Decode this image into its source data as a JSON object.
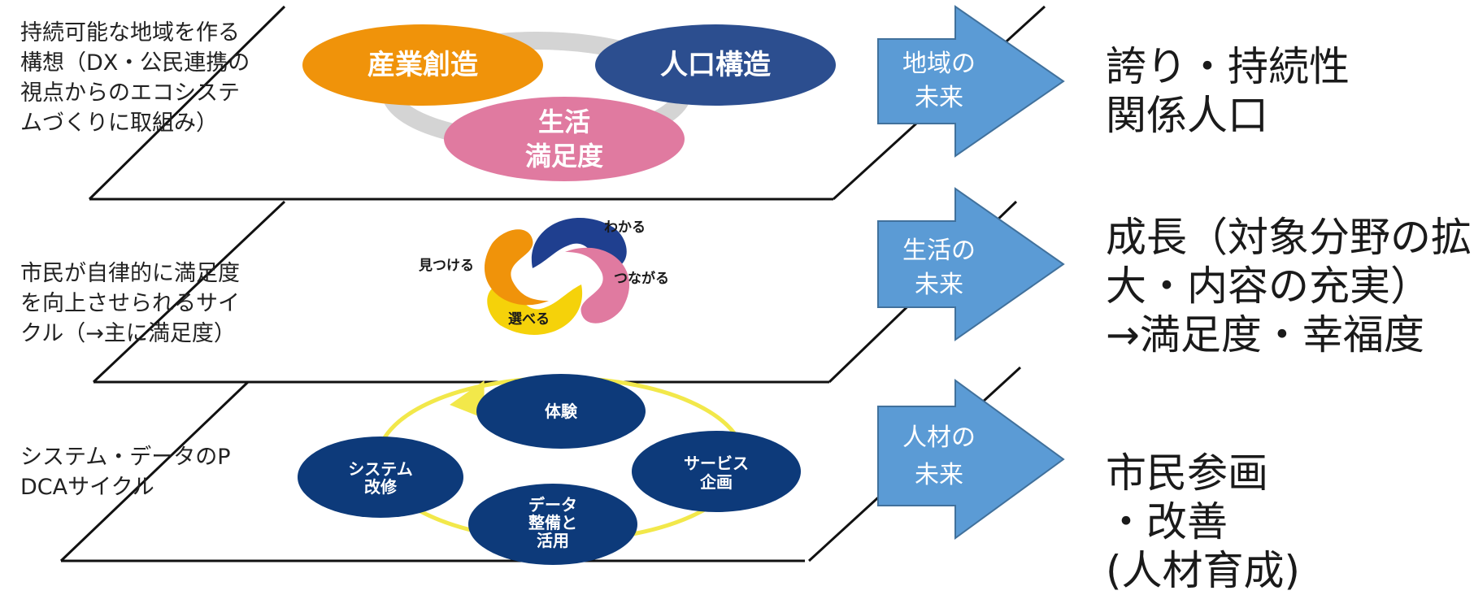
{
  "layers": [
    {
      "left_caption": "持続可能な地域を作る構想（DX・公民連携の視点からのエコシステムづくりに取組み）",
      "arrow_label_line1": "地域の",
      "arrow_label_line2": "未来",
      "right_text": "誇り・持続性\n関係人口",
      "circles": [
        {
          "label": "産業創造",
          "color": "#f0930a"
        },
        {
          "label": "人口構造",
          "color": "#2c4e8f"
        },
        {
          "label_line1": "生活",
          "label_line2": "満足度",
          "color": "#e07aa0"
        }
      ]
    },
    {
      "left_caption": "市民が自律的に満足度を向上させられるサイクル（→主に満足度）",
      "arrow_label_line1": "生活の",
      "arrow_label_line2": "未来",
      "right_text": "成長（対象分野の拡\n大・内容の充実）\n→満足度・幸福度",
      "cycle": [
        {
          "label": "わかる",
          "color": "#1f3f8f"
        },
        {
          "label": "つながる",
          "color": "#e07aa0"
        },
        {
          "label": "選べる",
          "color": "#f5d20a"
        },
        {
          "label": "見つける",
          "color": "#f0930a"
        }
      ]
    },
    {
      "left_caption": "システム・データのPDCAサイクル",
      "arrow_label_line1": "人材の",
      "arrow_label_line2": "未来",
      "right_text": "市民参画\n・改善\n(人材育成)",
      "pdca": [
        {
          "label": "体験"
        },
        {
          "label_line1": "サービス",
          "label_line2": "企画"
        },
        {
          "label_line1": "データ",
          "label_line2": "整備と",
          "label_line3": "活用"
        },
        {
          "label_line1": "システム",
          "label_line2": "改修"
        }
      ]
    }
  ],
  "colors": {
    "arrow_fill": "#5b9bd5",
    "arrow_stroke": "#41719c",
    "ring": "#d4d4d4",
    "pdca_circle": "#0d3a7a",
    "pdca_ring": "#f2e84a"
  }
}
